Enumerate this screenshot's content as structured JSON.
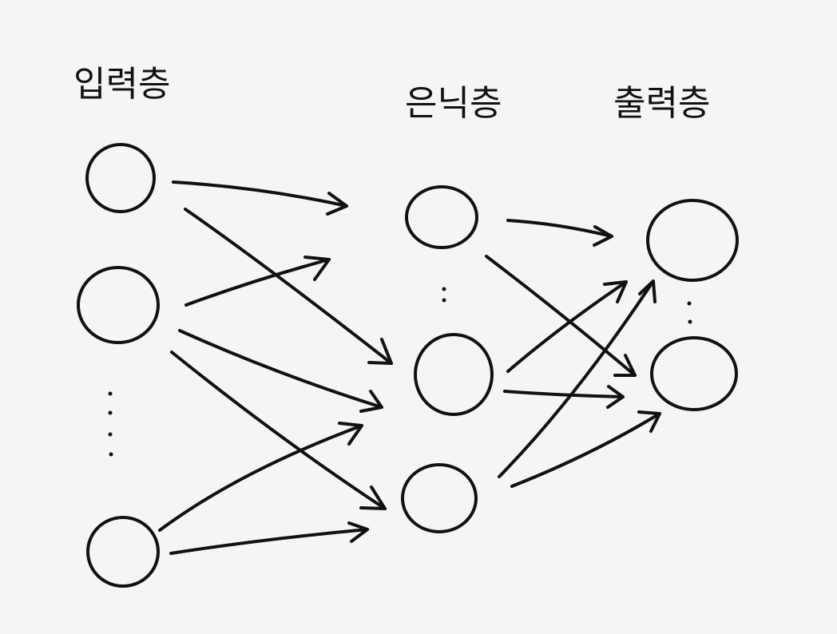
{
  "labels": {
    "input_layer": "입력층",
    "hidden_layer": "은닉층",
    "output_layer": "출력층"
  },
  "colors": {
    "background": "#f5f5f3",
    "ink": "#111111"
  }
}
